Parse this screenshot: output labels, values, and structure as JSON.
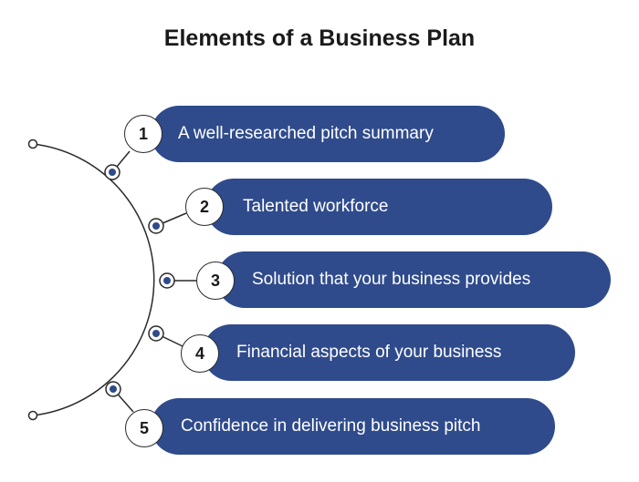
{
  "title": "Elements of a Business Plan",
  "items": [
    {
      "number": "1",
      "label": "A well-researched pitch summary"
    },
    {
      "number": "2",
      "label": "Talented workforce"
    },
    {
      "number": "3",
      "label": "Solution that your business provides"
    },
    {
      "number": "4",
      "label": "Financial aspects of your business"
    },
    {
      "number": "5",
      "label": "Confidence in delivering business pitch"
    }
  ],
  "colors": {
    "pill": "#2f4b8c",
    "node": "#2f4b8c",
    "line": "#2a2a2a"
  }
}
